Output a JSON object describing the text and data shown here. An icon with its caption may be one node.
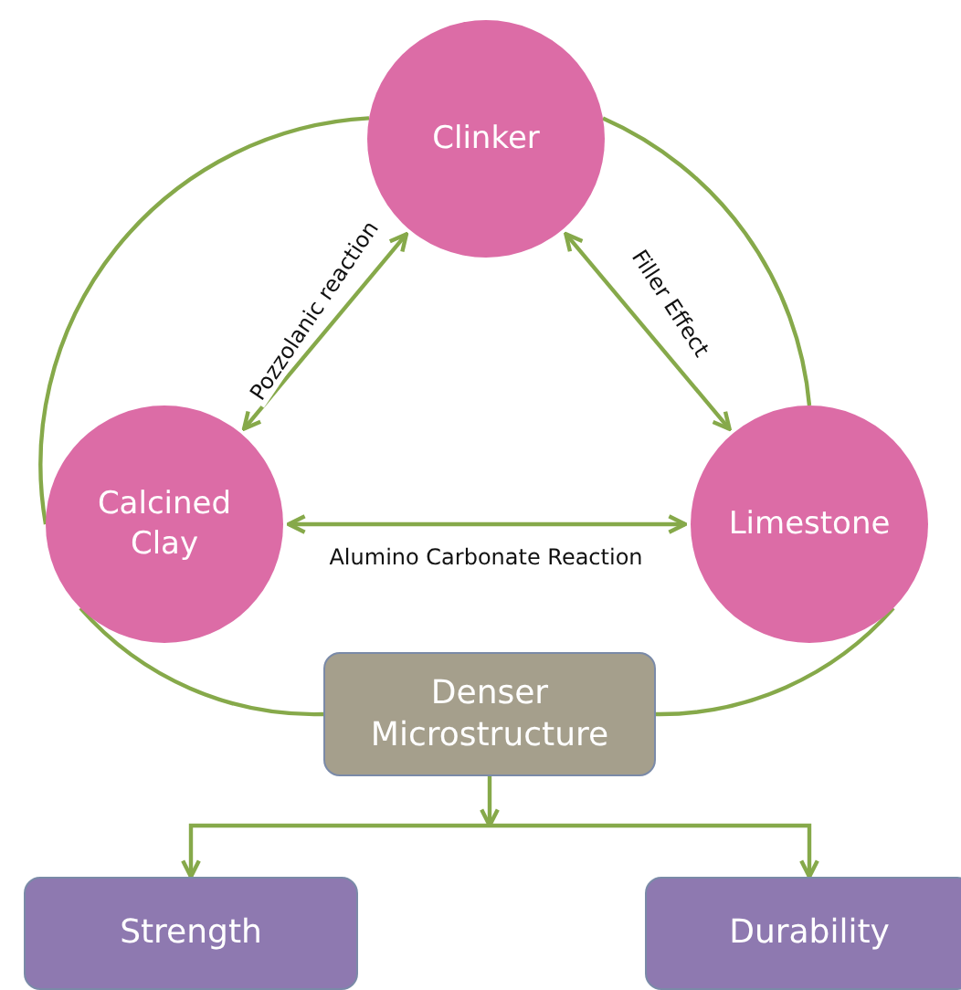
{
  "diagram": {
    "nodes": [
      {
        "text": [
          "Clinker"
        ]
      },
      {
        "text": [
          "Calcined Clay"
        ]
      },
      {
        "text": [
          "Limestone"
        ]
      },
      {
        "text": [
          "Denser Microstructure"
        ]
      },
      {
        "text": [
          "Strength"
        ]
      },
      {
        "text": [
          "Durability"
        ]
      }
    ],
    "edges": [
      {
        "from": 0,
        "to": 1,
        "arrow": "both",
        "label": "Pozzolanic reaction"
      },
      {
        "from": 0,
        "to": 2,
        "arrow": "both",
        "label": "Filler Effect"
      },
      {
        "from": 1,
        "to": 2,
        "arrow": "both",
        "label": "Alumino Carbonate Reaction"
      },
      {
        "from": 0,
        "to": 1,
        "arrow": "none"
      },
      {
        "from": 0,
        "to": 2,
        "arrow": "none"
      },
      {
        "from": 1,
        "to": 3,
        "arrow": "none"
      },
      {
        "from": 2,
        "to": 3,
        "arrow": "none"
      },
      {
        "from": 3,
        "to": 4,
        "arrow": "to"
      },
      {
        "from": 3,
        "to": 5,
        "arrow": "to"
      }
    ]
  }
}
